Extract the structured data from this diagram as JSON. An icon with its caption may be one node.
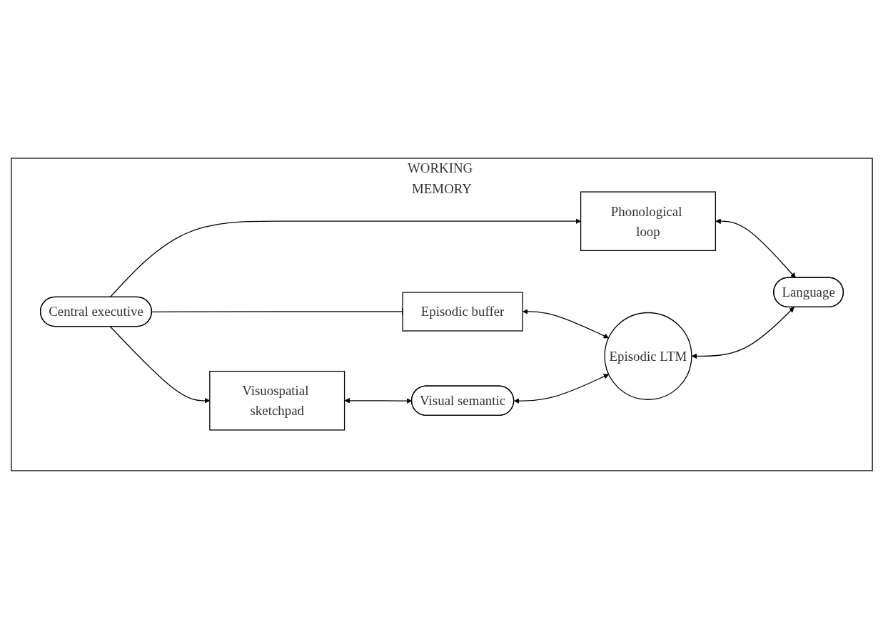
{
  "diagram": {
    "nodes": [
      {
        "text": [
          "WORKING MEMORY"
        ]
      },
      {
        "text": [
          "Central executive"
        ],
        "in": 0
      },
      {
        "text": [
          "Visuospatial sketchpad"
        ],
        "in": 0
      },
      {
        "text": [
          "Episodic buffer"
        ],
        "in": 0
      },
      {
        "text": [
          "Phonological loop"
        ],
        "in": 0
      },
      {
        "text": [
          "Visual semantic"
        ],
        "in": 0
      },
      {
        "text": [
          "Episodic LTM"
        ],
        "in": 0
      },
      {
        "text": [
          "Language"
        ],
        "in": 0
      }
    ],
    "edges": [
      {
        "from": 1,
        "to": 2,
        "arrow": "to"
      },
      {
        "from": 1,
        "to": 3,
        "arrow": "other"
      },
      {
        "from": 1,
        "to": 4,
        "arrow": "to"
      },
      {
        "from": 2,
        "to": 5,
        "arrow": "both"
      },
      {
        "from": 3,
        "to": 6,
        "arrow": "both"
      },
      {
        "from": 4,
        "to": 7,
        "arrow": "both"
      },
      {
        "from": 5,
        "to": 6,
        "arrow": "both"
      },
      {
        "from": 6,
        "to": 7,
        "arrow": "both"
      }
    ]
  }
}
